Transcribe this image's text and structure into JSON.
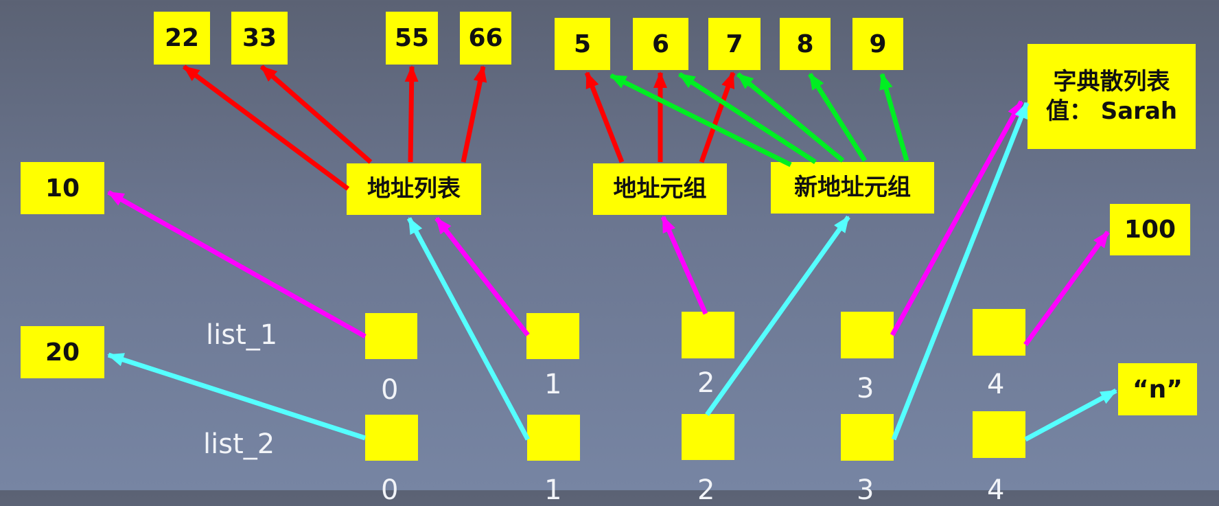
{
  "values_top": [
    "22",
    "33",
    "55",
    "66",
    "5",
    "6",
    "7",
    "8",
    "9"
  ],
  "left_values": [
    "10",
    "20"
  ],
  "right_values": [
    "100",
    "“n”"
  ],
  "nodes": {
    "address_list": "地址列表",
    "address_tuple": "地址元组",
    "new_address_tuple": "新地址元组",
    "dict": {
      "line1": "字典散列表",
      "line2": "值： Sarah"
    }
  },
  "list_1": {
    "name": "list_1",
    "indices": [
      "0",
      "1",
      "2",
      "3",
      "4"
    ]
  },
  "list_2": {
    "name": "list_2",
    "indices": [
      "0",
      "1",
      "2",
      "3",
      "4"
    ]
  },
  "colors": {
    "box": "#ffff00",
    "list_1_arrows": "#ff00ff",
    "list_2_arrows": "#55ffff",
    "address_arrows": "#ff0000",
    "new_tuple_arrows": "#00ee22"
  }
}
